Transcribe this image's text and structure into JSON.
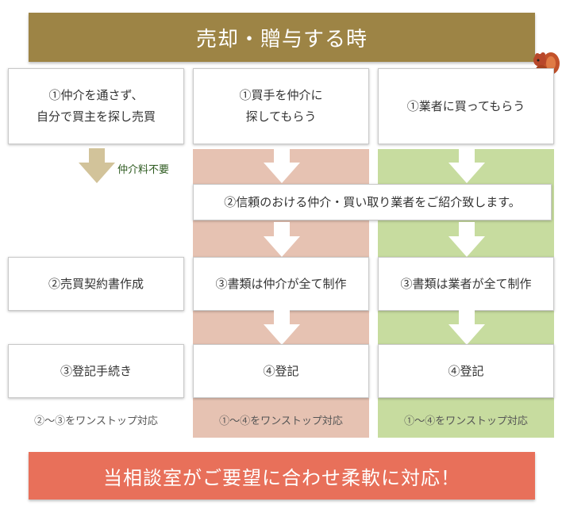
{
  "header": {
    "title": "売却・贈与する時"
  },
  "no_fee_label": "仲介料不要",
  "shared_step": "②信頼のおける仲介・買い取り業者をご紹介致します。",
  "columns": [
    {
      "step1": "①仲介を通さず、\n自分で買主を探し売買",
      "step2": "②売買契約書作成",
      "step3": "③登記手続き",
      "note": "②～③をワンストップ対応"
    },
    {
      "step1": "①買手を仲介に\n探してもらう",
      "step3": "③書類は仲介が全て制作",
      "step4": "④登記",
      "note": "①～④をワンストップ対応"
    },
    {
      "step1": "①業者に買ってもらう",
      "step3": "③書類は業者が全て制作",
      "step4": "④登記",
      "note": "①～④をワンストップ対応"
    }
  ],
  "footer": {
    "message": "当相談室がご要望に合わせ柔軟に対応！"
  },
  "colors": {
    "header_bg": "#9d8445",
    "column1_bg": "#f3e3a4",
    "column2_bg": "#e6c2b2",
    "column3_bg": "#c7dc9f",
    "footer_bg": "#e8705a",
    "arrow_tan": "#d2c39a"
  },
  "icons": [
    "squirrel-icon",
    "down-arrow-icon"
  ]
}
